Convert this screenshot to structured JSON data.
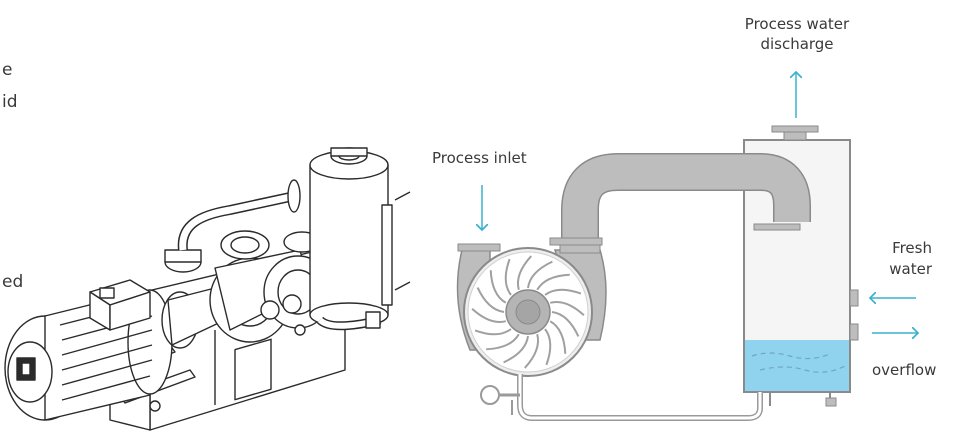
{
  "left_text": {
    "line1": "e",
    "line2": "id",
    "line3": "ed"
  },
  "labels": {
    "process_inlet": "Process inlet",
    "process_water_discharge_1": "Process water",
    "process_water_discharge_2": "discharge",
    "fresh_water_1": "Fresh",
    "fresh_water_2": "water",
    "overflow": "overflow"
  },
  "colors": {
    "pipe_fill": "#bdbdbd",
    "pipe_stroke": "#8a8a8a",
    "arrow": "#3ab2cf",
    "water": "#8fd3ee",
    "water_line": "#6fa7bf",
    "line_art": "#2b2b2b"
  }
}
